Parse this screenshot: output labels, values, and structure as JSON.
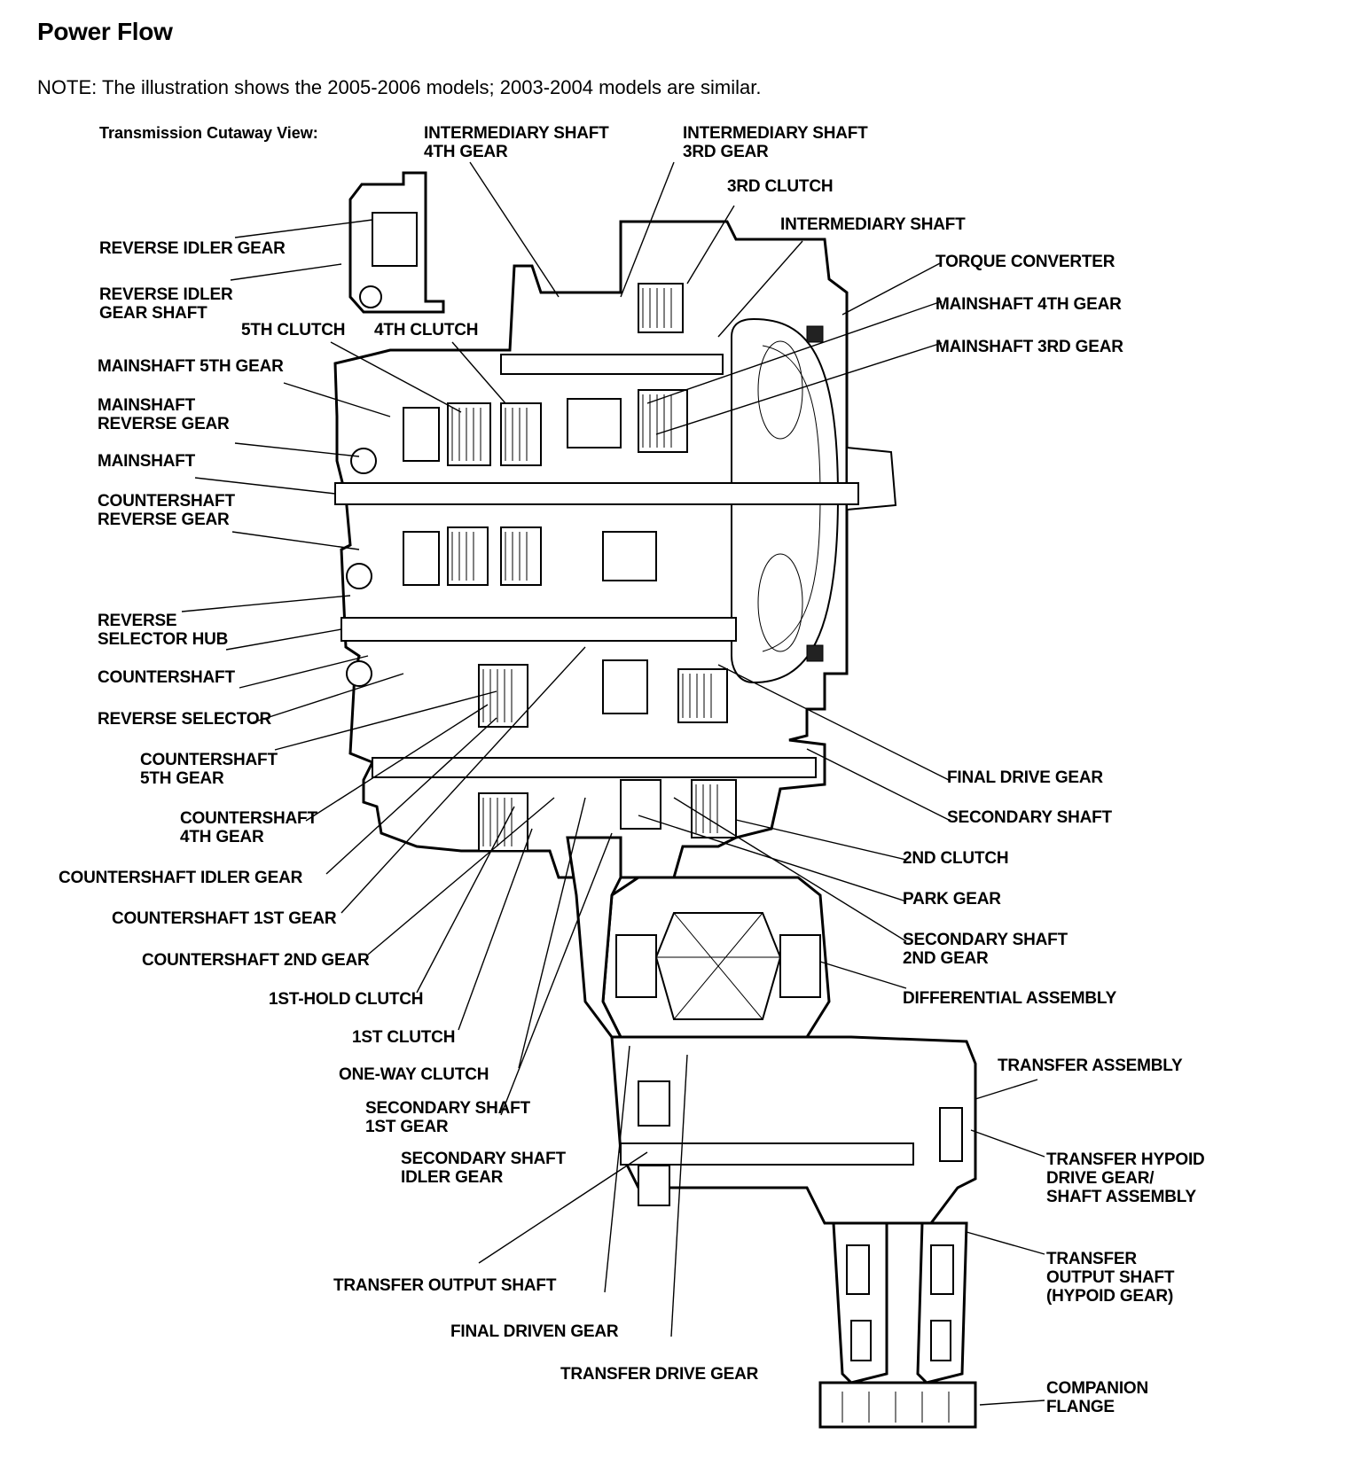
{
  "header": {
    "title": "Power Flow",
    "note": "NOTE: The illustration shows the 2005-2006 models; 2003-2004 models are similar.",
    "caption": "Transmission Cutaway View:"
  },
  "labels": [
    {
      "id": "int-shaft-4th-gear",
      "text": "INTERMEDIARY SHAFT\n4TH GEAR"
    },
    {
      "id": "int-shaft-3rd-gear",
      "text": "INTERMEDIARY SHAFT\n3RD GEAR"
    },
    {
      "id": "3rd-clutch",
      "text": "3RD CLUTCH"
    },
    {
      "id": "int-shaft",
      "text": "INTERMEDIARY SHAFT"
    },
    {
      "id": "torque-converter",
      "text": "TORQUE CONVERTER"
    },
    {
      "id": "mainshaft-4th-gear",
      "text": "MAINSHAFT 4TH GEAR"
    },
    {
      "id": "mainshaft-3rd-gear",
      "text": "MAINSHAFT 3RD GEAR"
    },
    {
      "id": "reverse-idler-gear",
      "text": "REVERSE IDLER GEAR"
    },
    {
      "id": "reverse-idler-gear-shaft",
      "text": "REVERSE IDLER\nGEAR SHAFT"
    },
    {
      "id": "5th-clutch",
      "text": "5TH CLUTCH"
    },
    {
      "id": "4th-clutch",
      "text": "4TH CLUTCH"
    },
    {
      "id": "mainshaft-5th-gear",
      "text": "MAINSHAFT 5TH GEAR"
    },
    {
      "id": "mainshaft-reverse-gear",
      "text": "MAINSHAFT\nREVERSE GEAR"
    },
    {
      "id": "mainshaft",
      "text": "MAINSHAFT"
    },
    {
      "id": "countershaft-reverse-gear",
      "text": "COUNTERSHAFT\nREVERSE GEAR"
    },
    {
      "id": "reverse-selector-hub",
      "text": "REVERSE\nSELECTOR HUB"
    },
    {
      "id": "countershaft",
      "text": "COUNTERSHAFT"
    },
    {
      "id": "reverse-selector",
      "text": "REVERSE SELECTOR"
    },
    {
      "id": "countershaft-5th-gear",
      "text": "COUNTERSHAFT\n5TH GEAR"
    },
    {
      "id": "countershaft-4th-gear",
      "text": "COUNTERSHAFT\n4TH GEAR"
    },
    {
      "id": "countershaft-idler-gear",
      "text": "COUNTERSHAFT IDLER GEAR"
    },
    {
      "id": "countershaft-1st-gear",
      "text": "COUNTERSHAFT 1ST GEAR"
    },
    {
      "id": "countershaft-2nd-gear",
      "text": "COUNTERSHAFT 2ND GEAR"
    },
    {
      "id": "1st-hold-clutch",
      "text": "1ST-HOLD CLUTCH"
    },
    {
      "id": "1st-clutch",
      "text": "1ST CLUTCH"
    },
    {
      "id": "one-way-clutch",
      "text": "ONE-WAY CLUTCH"
    },
    {
      "id": "secondary-shaft-1st-gear",
      "text": "SECONDARY SHAFT\n1ST GEAR"
    },
    {
      "id": "secondary-shaft-idler-gear",
      "text": "SECONDARY SHAFT\nIDLER GEAR"
    },
    {
      "id": "transfer-output-shaft",
      "text": "TRANSFER OUTPUT SHAFT"
    },
    {
      "id": "final-driven-gear",
      "text": "FINAL DRIVEN GEAR"
    },
    {
      "id": "transfer-drive-gear",
      "text": "TRANSFER DRIVE GEAR"
    },
    {
      "id": "final-drive-gear",
      "text": "FINAL DRIVE GEAR"
    },
    {
      "id": "secondary-shaft",
      "text": "SECONDARY SHAFT"
    },
    {
      "id": "2nd-clutch",
      "text": "2ND CLUTCH"
    },
    {
      "id": "park-gear",
      "text": "PARK GEAR"
    },
    {
      "id": "secondary-shaft-2nd-gear",
      "text": "SECONDARY SHAFT\n2ND GEAR"
    },
    {
      "id": "differential-assembly",
      "text": "DIFFERENTIAL ASSEMBLY"
    },
    {
      "id": "transfer-assembly",
      "text": "TRANSFER ASSEMBLY"
    },
    {
      "id": "transfer-hypoid-drive-gear",
      "text": "TRANSFER HYPOID\nDRIVE GEAR/\nSHAFT ASSEMBLY"
    },
    {
      "id": "transfer-output-shaft-hypoid",
      "text": "TRANSFER\nOUTPUT SHAFT\n(HYPOID GEAR)"
    },
    {
      "id": "companion-flange",
      "text": "COMPANION\nFLANGE"
    }
  ]
}
